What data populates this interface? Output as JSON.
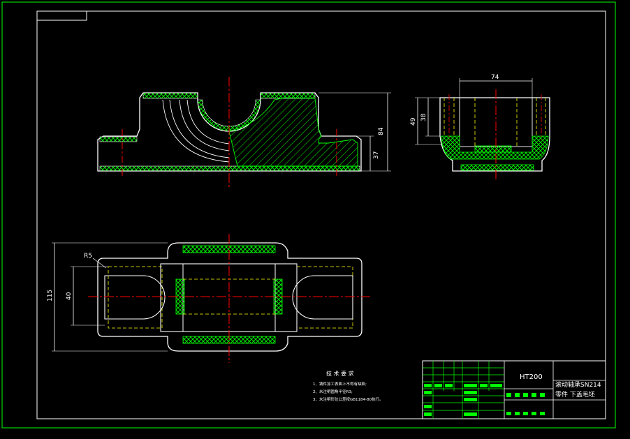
{
  "drawing": {
    "material": "HT200",
    "title_line1": "滚动轴承SN214",
    "title_line2": "零件 下盖毛坯",
    "tech_title": "技 术 要 求",
    "tech_notes": [
      "1、铸件加工表面上不得有缺陷;",
      "2、未注明圆角半径R3;",
      "3、未注明形位公差按GB1184-80执行。"
    ]
  },
  "dimensions": {
    "height_total": "84",
    "height_base": "37",
    "side_width": "74",
    "side_h1": "38",
    "side_h2": "49",
    "plan_length": "115",
    "plan_slot": "40",
    "radius": "R5"
  },
  "colors": {
    "background": "#000000",
    "outline": "#ffffff",
    "border": "#00ff00",
    "hatch": "#00ff00",
    "center": "#ff0000",
    "hidden": "#ffff00",
    "dimension": "#00ffff",
    "text": "#ffffff"
  }
}
